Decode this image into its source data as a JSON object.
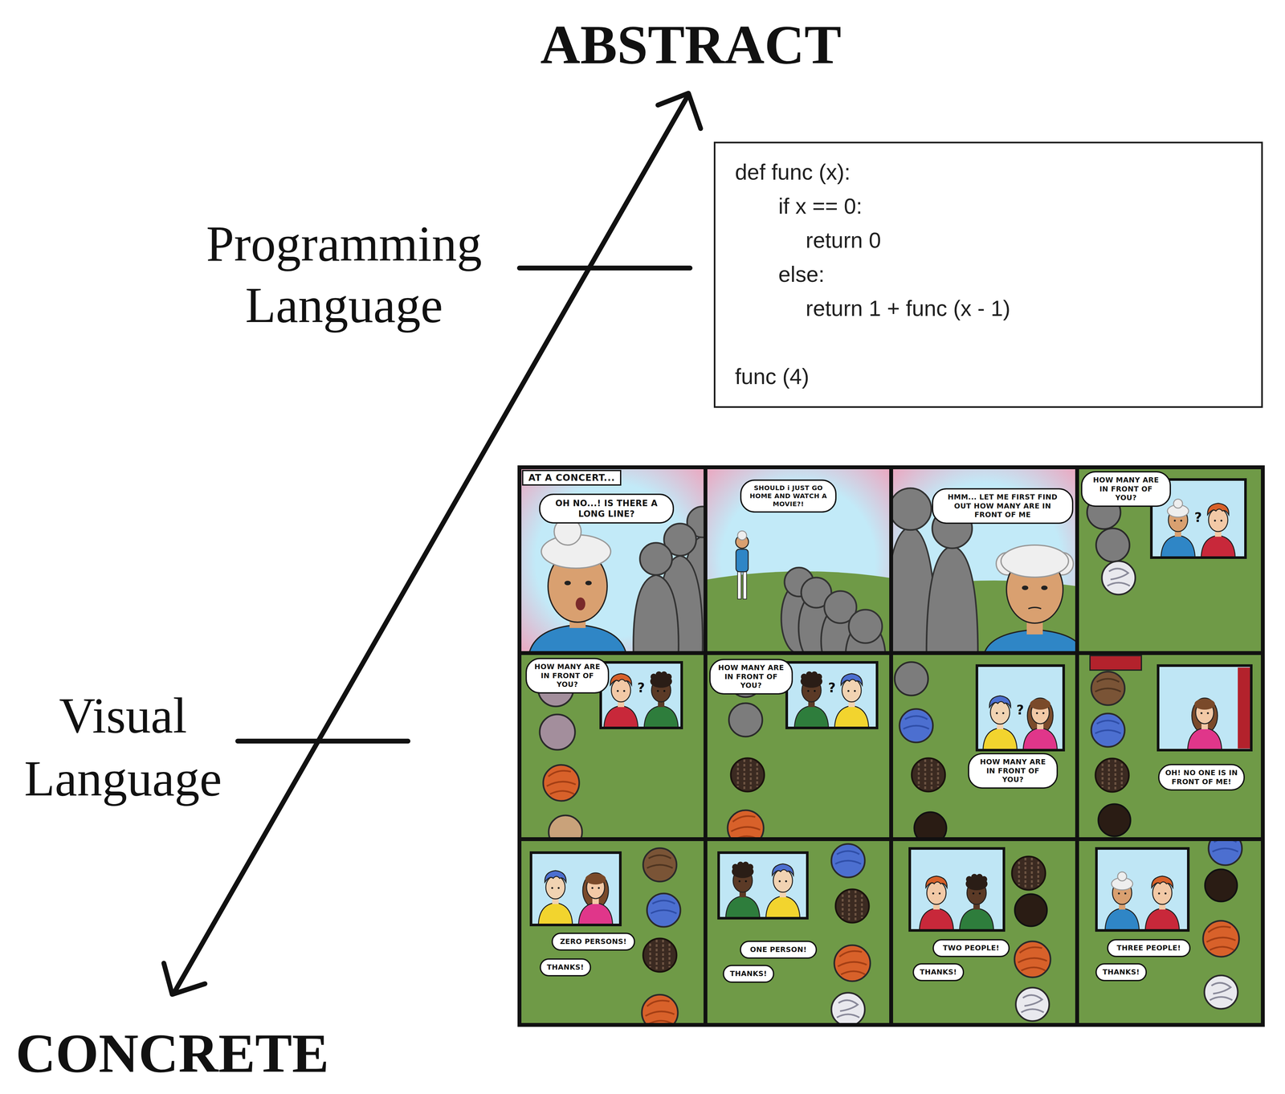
{
  "diagram": {
    "nodes": [
      {
        "text": [
          "def func (x):",
          "if x == 0:",
          "return 0",
          "else:",
          "return 1 + func (x - 1)",
          "func (4)"
        ]
      },
      {
        "text": [
          "AT A CONCERT..."
        ]
      },
      {
        "text": [
          "OH NO...! IS THERE A LONG LINE?"
        ]
      },
      {
        "text": [
          "SHOULD i JUST GO HOME AND WATCH A MOVIE?!"
        ]
      },
      {
        "text": [
          "HMM... LET ME FIRST FIND OUT HOW MANY ARE IN FRONT OF ME"
        ]
      },
      {
        "text": [
          "HOW MANY ARE IN FRONT OF YOU?"
        ]
      },
      {
        "text": [
          "HOW MANY ARE IN FRONT OF YOU?"
        ]
      },
      {
        "text": [
          "HOW MANY ARE IN FRONT OF YOU?"
        ]
      },
      {
        "text": [
          "HOW MANY ARE IN FRONT OF YOU?"
        ]
      },
      {
        "text": [
          "OH! NO ONE IS IN FRONT OF ME!"
        ]
      },
      {
        "text": [
          "ZERO PERSONS!"
        ]
      },
      {
        "text": [
          "THANKS!"
        ]
      },
      {
        "text": [
          "ONE PERSON!"
        ]
      },
      {
        "text": [
          "THANKS!"
        ]
      },
      {
        "text": [
          "TWO PEOPLE!"
        ]
      },
      {
        "text": [
          "THANKS!"
        ]
      },
      {
        "text": [
          "THREE PEOPLE!"
        ]
      },
      {
        "text": [
          "THANKS!"
        ]
      }
    ],
    "labels": [
      "ABSTRACT",
      "Programming Language",
      "Visual Language",
      "CONCRETE",
      "?",
      "?",
      "?",
      "?"
    ]
  }
}
